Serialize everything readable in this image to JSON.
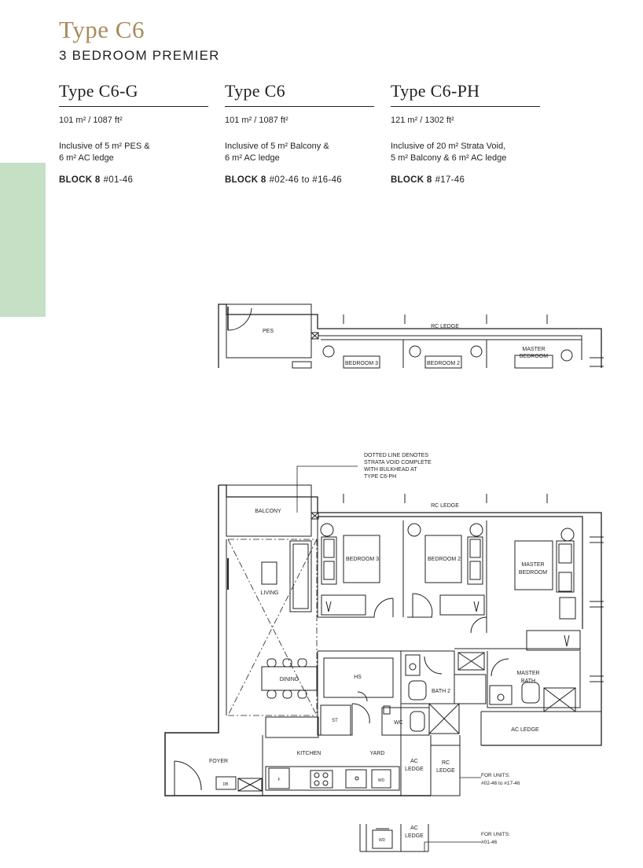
{
  "header": {
    "title": "Type C6",
    "subtitle": "3 BEDROOM PREMIER"
  },
  "units": [
    {
      "name": "Type C6-G",
      "area": "101 m² / 1087 ft²",
      "desc_line1": "Inclusive of 5 m² PES &",
      "desc_line2": "6 m² AC ledge",
      "block_label": "BLOCK 8",
      "block_units": "#01-46"
    },
    {
      "name": "Type C6",
      "area": "101 m² / 1087 ft²",
      "desc_line1": "Inclusive of 5 m² Balcony &",
      "desc_line2": "6 m² AC ledge",
      "block_label": "BLOCK 8",
      "block_units": "#02-46 to #16-46"
    },
    {
      "name": "Type C6-PH",
      "area": "121 m² / 1302 ft²",
      "desc_line1": "Inclusive of 20 m² Strata Void,",
      "desc_line2": "5 m² Balcony & 6 m² AC ledge",
      "block_label": "BLOCK 8",
      "block_units": "#17-46"
    }
  ],
  "colors": {
    "title": "#a98b5b",
    "sidebar": "#c5e0c4",
    "line": "#231f20"
  },
  "top_plan": {
    "pes": "PES",
    "rc_ledge": "RC LEDGE",
    "bedroom3": "BEDROOM 3",
    "bedroom2": "BEDROOM 2",
    "master_bedroom_1": "MASTER",
    "master_bedroom_2": "BEDROOM"
  },
  "main_plan": {
    "note_1": "DOTTED LINE DENOTES",
    "note_2": "STRATA VOID COMPLETE",
    "note_3": "WITH BULKHEAD AT",
    "note_4": "TYPE C6-PH",
    "balcony": "BALCONY",
    "rc_ledge": "RC LEDGE",
    "bedroom3": "BEDROOM 3",
    "bedroom2": "BEDROOM 2",
    "master_bedroom_1": "MASTER",
    "master_bedroom_2": "BEDROOM",
    "living": "LIVING",
    "dining": "DINING",
    "hs": "HS",
    "bath2": "BATH 2",
    "master_bath_1": "MASTER",
    "master_bath_2": "BATH",
    "st": "ST",
    "wc": "WC",
    "ac_ledge_right": "AC LEDGE",
    "foyer": "FOYER",
    "kitchen": "KITCHEN",
    "yard": "YARD",
    "ac_ledge_1": "AC",
    "ac_ledge_2": "LEDGE",
    "rc_ledge_1": "RC",
    "rc_ledge_2": "LEDGE",
    "db": "DB",
    "f": "F",
    "wd": "WD",
    "for_units_1": "FOR UNITS:",
    "for_units_2": "#02-46 to #17-46"
  },
  "bottom_plan": {
    "wd": "WD",
    "ac_1": "AC",
    "ac_2": "LEDGE",
    "for_units_1": "FOR UNITS:",
    "for_units_2": "#01-46"
  }
}
